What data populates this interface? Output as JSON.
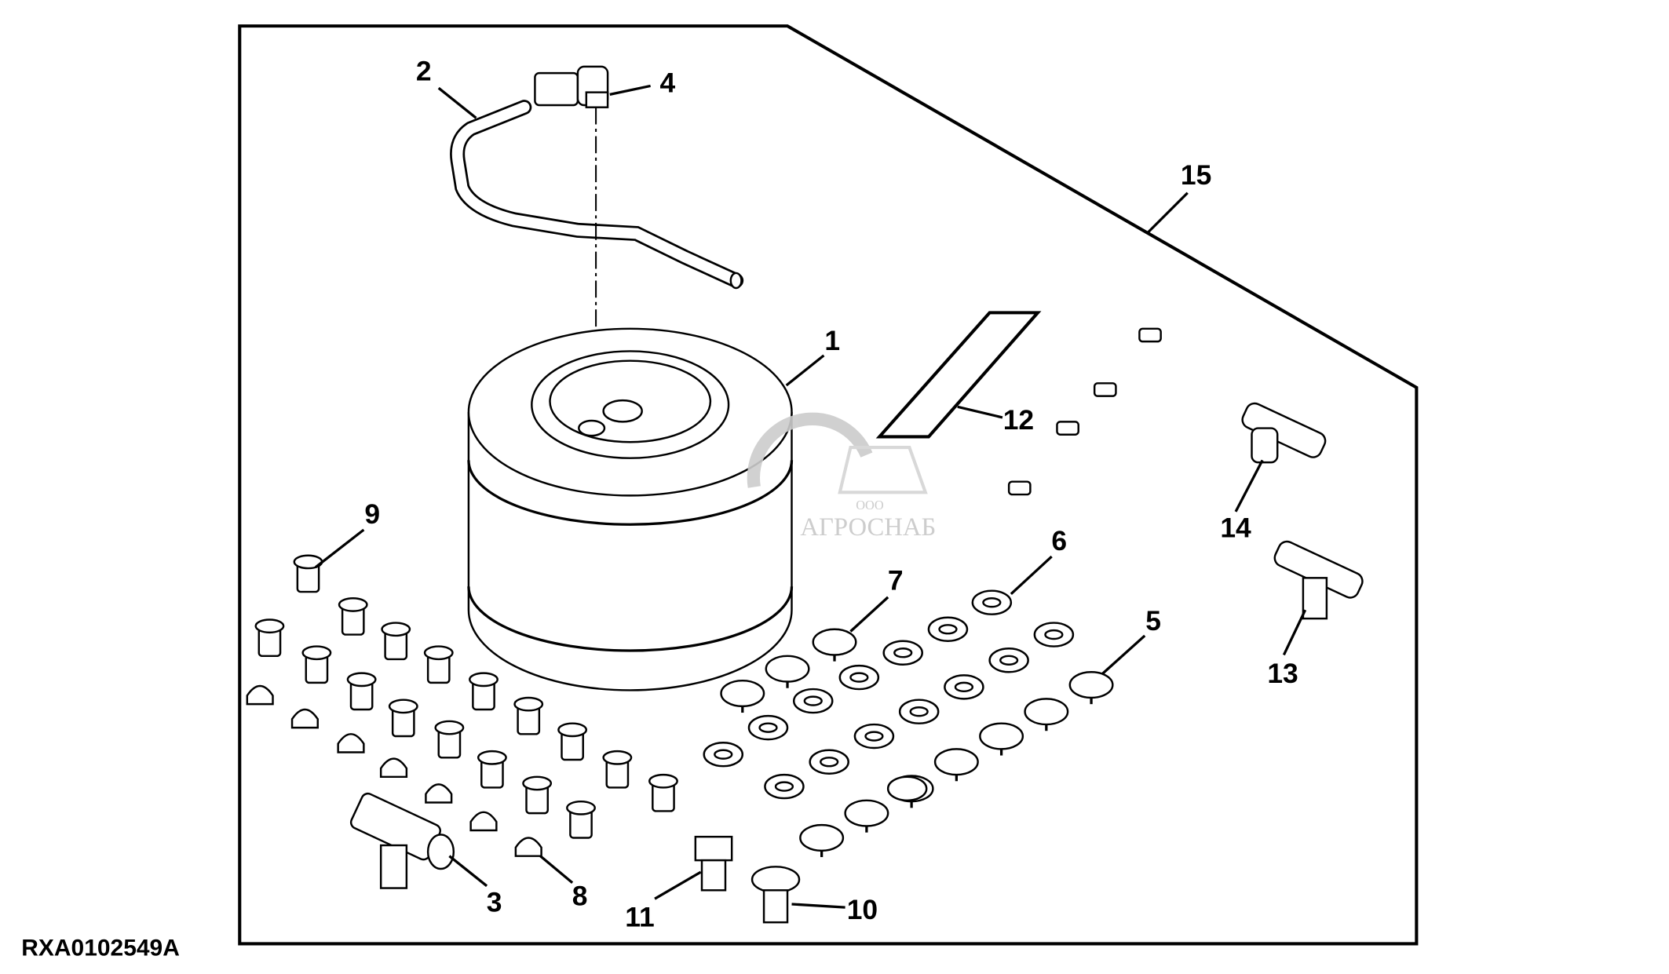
{
  "drawing_code": "RXA0102549A",
  "watermark": {
    "prefix": "ООО",
    "name": "АГРОСНАБ"
  },
  "callouts": [
    "1",
    "2",
    "3",
    "4",
    "5",
    "6",
    "7",
    "8",
    "9",
    "10",
    "11",
    "12",
    "13",
    "14",
    "15"
  ]
}
